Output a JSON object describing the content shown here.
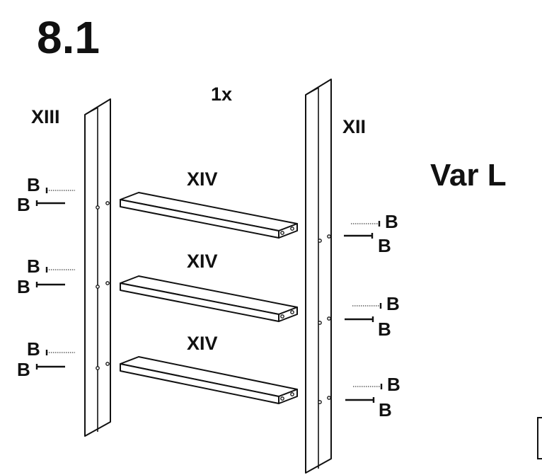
{
  "step_number": "8.1",
  "quantity": "1x",
  "variant": "Var L",
  "parts": {
    "left_side": "XIII",
    "right_side": "XII",
    "shelf": "XIV"
  },
  "screw_label": "B",
  "screws_per_hole_pair": 2,
  "shelf_count": 3
}
